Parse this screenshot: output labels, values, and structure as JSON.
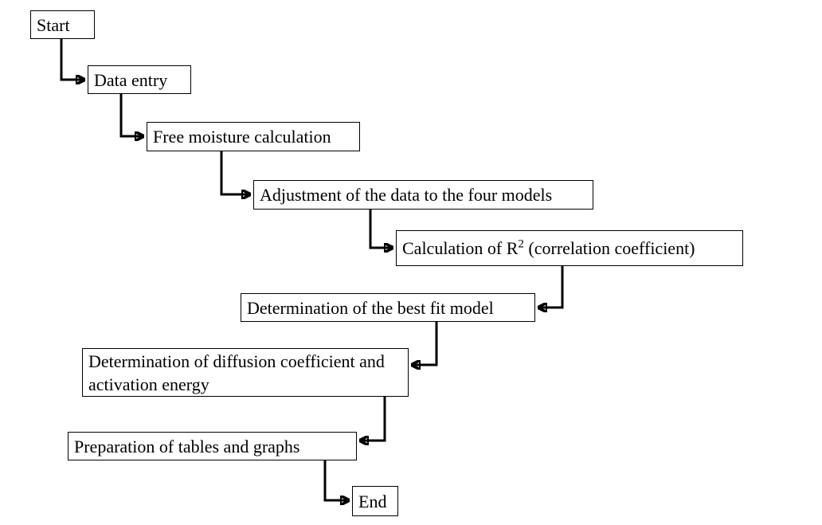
{
  "diagram": {
    "type": "flowchart",
    "colors": {
      "background": "#ffffff",
      "box_border": "#000000",
      "line": "#000000",
      "text": "#000000"
    },
    "nodes": [
      {
        "id": "start",
        "label": "Start"
      },
      {
        "id": "data-entry",
        "label": "Data entry"
      },
      {
        "id": "free-moist",
        "label": "Free moisture calculation"
      },
      {
        "id": "adjustment",
        "label": "Adjustment of the data to the four models"
      },
      {
        "id": "calc-r2",
        "label": "Calculation of R² (correlation coefficient)",
        "label_pre": "Calculation of R",
        "label_sup": "2",
        "label_post": " (correlation coefficient)"
      },
      {
        "id": "best-fit",
        "label": "Determination of the best fit model"
      },
      {
        "id": "diffusion",
        "label": "Determination of diffusion coefficient and activation energy"
      },
      {
        "id": "preparation",
        "label": "Preparation of tables and graphs"
      },
      {
        "id": "end",
        "label": "End"
      }
    ],
    "edges": [
      {
        "from": "start",
        "to": "data-entry",
        "direction": "down-right"
      },
      {
        "from": "data-entry",
        "to": "free-moist",
        "direction": "down-right"
      },
      {
        "from": "free-moist",
        "to": "adjustment",
        "direction": "down-right"
      },
      {
        "from": "adjustment",
        "to": "calc-r2",
        "direction": "down-right"
      },
      {
        "from": "calc-r2",
        "to": "best-fit",
        "direction": "down-left"
      },
      {
        "from": "best-fit",
        "to": "diffusion",
        "direction": "down-left"
      },
      {
        "from": "diffusion",
        "to": "preparation",
        "direction": "down-left"
      },
      {
        "from": "preparation",
        "to": "end",
        "direction": "down-right"
      }
    ]
  }
}
